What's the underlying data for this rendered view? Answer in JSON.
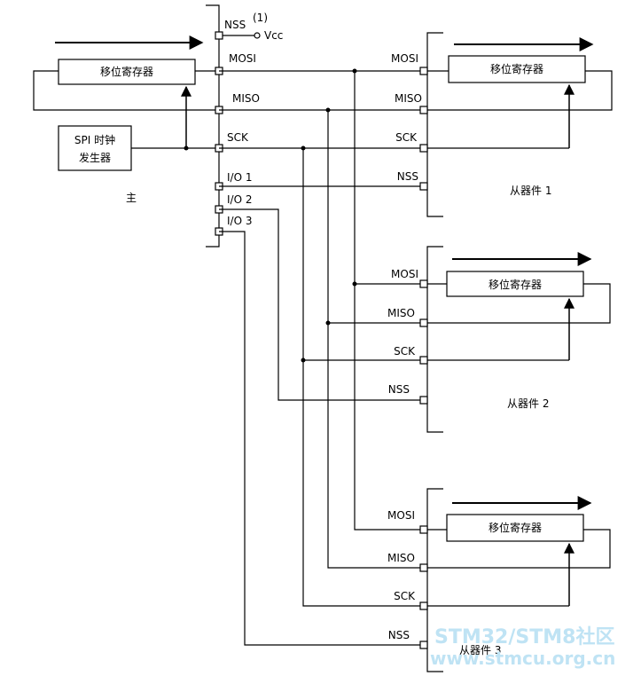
{
  "master": {
    "label": "主",
    "shift_register": "移位寄存器",
    "clock_generator_line1": "SPI 时钟",
    "clock_generator_line2": "发生器",
    "pins": {
      "nss": "NSS",
      "nss_note": "(1)",
      "vcc": "Vcc",
      "mosi": "MOSI",
      "miso": "MISO",
      "sck": "SCK",
      "io1": "I/O 1",
      "io2": "I/O 2",
      "io3": "I/O 3"
    }
  },
  "slaves": [
    {
      "label": "从器件 1",
      "shift_register": "移位寄存器",
      "pins": {
        "mosi": "MOSI",
        "miso": "MISO",
        "sck": "SCK",
        "nss": "NSS"
      }
    },
    {
      "label": "从器件 2",
      "shift_register": "移位寄存器",
      "pins": {
        "mosi": "MOSI",
        "miso": "MISO",
        "sck": "SCK",
        "nss": "NSS"
      }
    },
    {
      "label": "从器件 3",
      "shift_register": "移位寄存器",
      "pins": {
        "mosi": "MOSI",
        "miso": "MISO",
        "sck": "SCK",
        "nss": "NSS"
      }
    }
  ],
  "watermark": {
    "line1": "STM32/STM8社区",
    "line2": "www.stmcu.org.cn"
  }
}
